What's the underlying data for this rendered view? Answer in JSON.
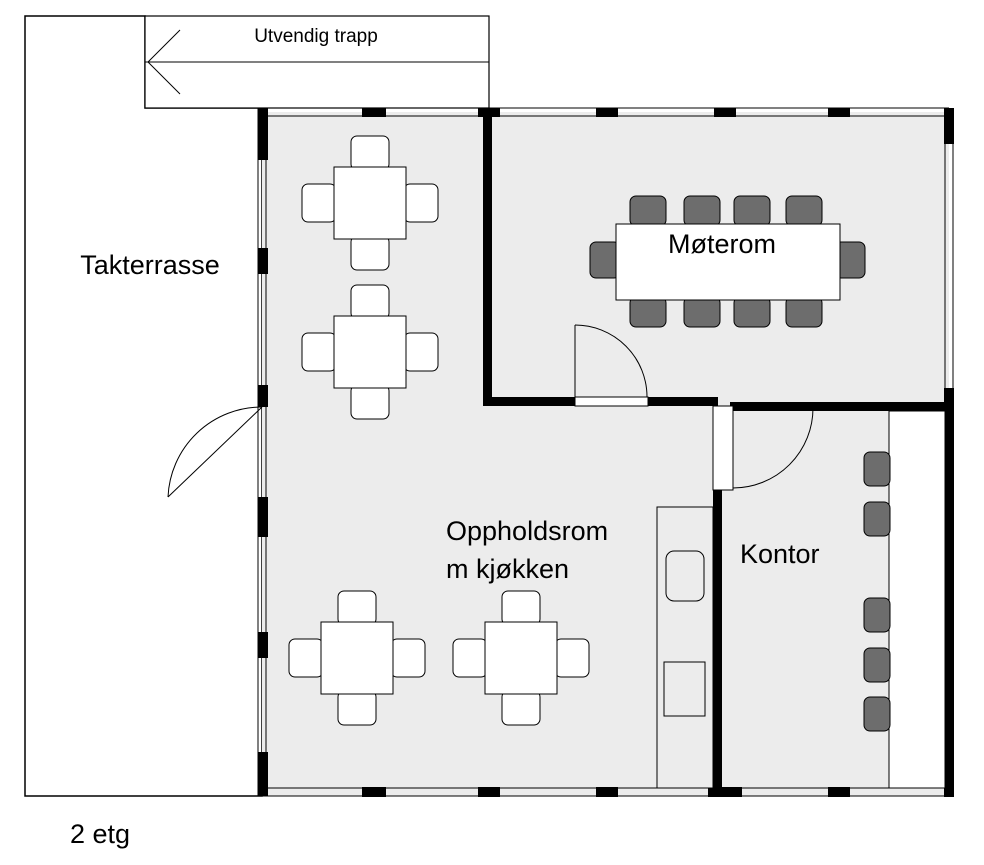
{
  "labels": {
    "stair": "Utvendig trapp",
    "terrace": "Takterrasse",
    "meeting": "Møterom",
    "lounge_line1": "Oppholdsrom",
    "lounge_line2": "m kjøkken",
    "office": "Kontor",
    "floor": "2 etg"
  },
  "colors": {
    "floor_fill": "#ececec",
    "wall": "#000000",
    "outline": "#000000",
    "furniture_fill": "#ffffff",
    "meeting_chair": "#6d6d6d",
    "office_chair": "#6d6d6d"
  },
  "icons": {
    "door": "door-swing-icon",
    "table": "table-with-chairs-icon",
    "chair": "chair-icon",
    "stair": "stair-arrow-icon"
  }
}
